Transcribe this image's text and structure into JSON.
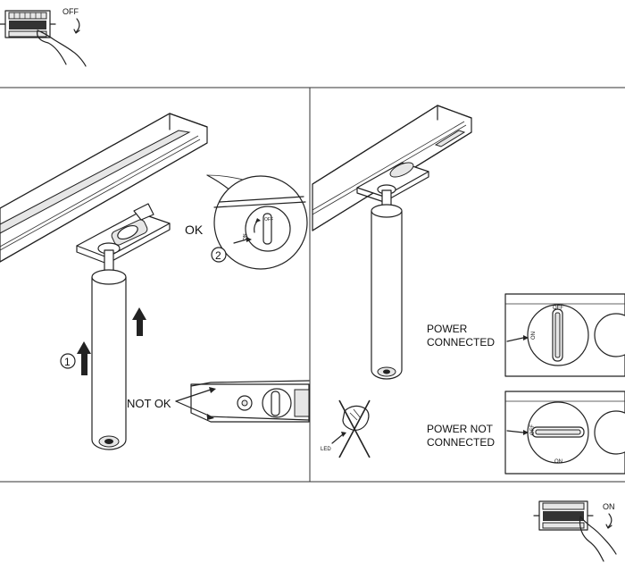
{
  "breaker_top": {
    "label": "OFF"
  },
  "breaker_bottom": {
    "label": "ON"
  },
  "left_panel": {
    "ok_label": "OK",
    "step_1": "1",
    "step_2": "2",
    "not_ok_label": "NOT OK",
    "zoom_dial_off": "OFF",
    "zoom_dial_on": "ON"
  },
  "right_panel": {
    "power_connected": [
      "POWER",
      "CONNECTED"
    ],
    "power_not_connected": [
      "POWER NOT",
      "CONNECTED"
    ],
    "dial_off": "OFF",
    "dial_on": "ON",
    "led_label": "LED"
  }
}
